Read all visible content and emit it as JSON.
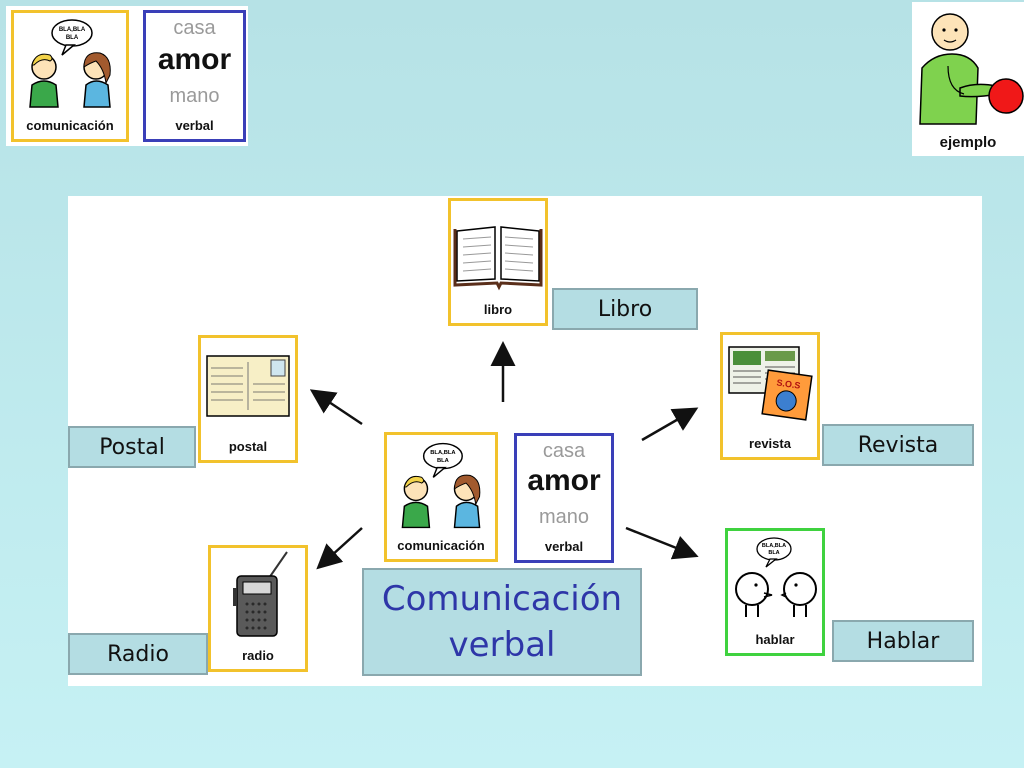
{
  "header": {
    "left_card": {
      "caption": "comunicación",
      "bubble": "BLA,BLA BLA"
    },
    "left_word_card": {
      "top": "casa",
      "middle": "amor",
      "bottom": "mano",
      "caption": "verbal"
    },
    "right_card": {
      "caption": "ejemplo"
    }
  },
  "diagram": {
    "center": {
      "card": {
        "caption": "comunicación",
        "bubble": "BLA,BLA BLA"
      },
      "word_card": {
        "top": "casa",
        "middle": "amor",
        "bottom": "mano",
        "caption": "verbal"
      },
      "title_line1": "Comunicación",
      "title_line2": "verbal"
    },
    "nodes": {
      "libro": {
        "caption": "libro",
        "label": "Libro"
      },
      "postal": {
        "caption": "postal",
        "label": "Postal"
      },
      "revista": {
        "caption": "revista",
        "label": "Revista",
        "badge": "S.O.S"
      },
      "radio": {
        "caption": "radio",
        "label": "Radio"
      },
      "hablar": {
        "caption": "hablar",
        "label": "Hablar",
        "bubble": "BLA,BLA BLA"
      }
    }
  },
  "colors": {
    "background": "#bfeaee",
    "card_border_yellow": "#f2c22c",
    "card_border_green": "#3fd23f",
    "card_border_blue": "#3a3fb8",
    "label_fill": "#b4dde3",
    "title_text": "#2e36a8"
  }
}
